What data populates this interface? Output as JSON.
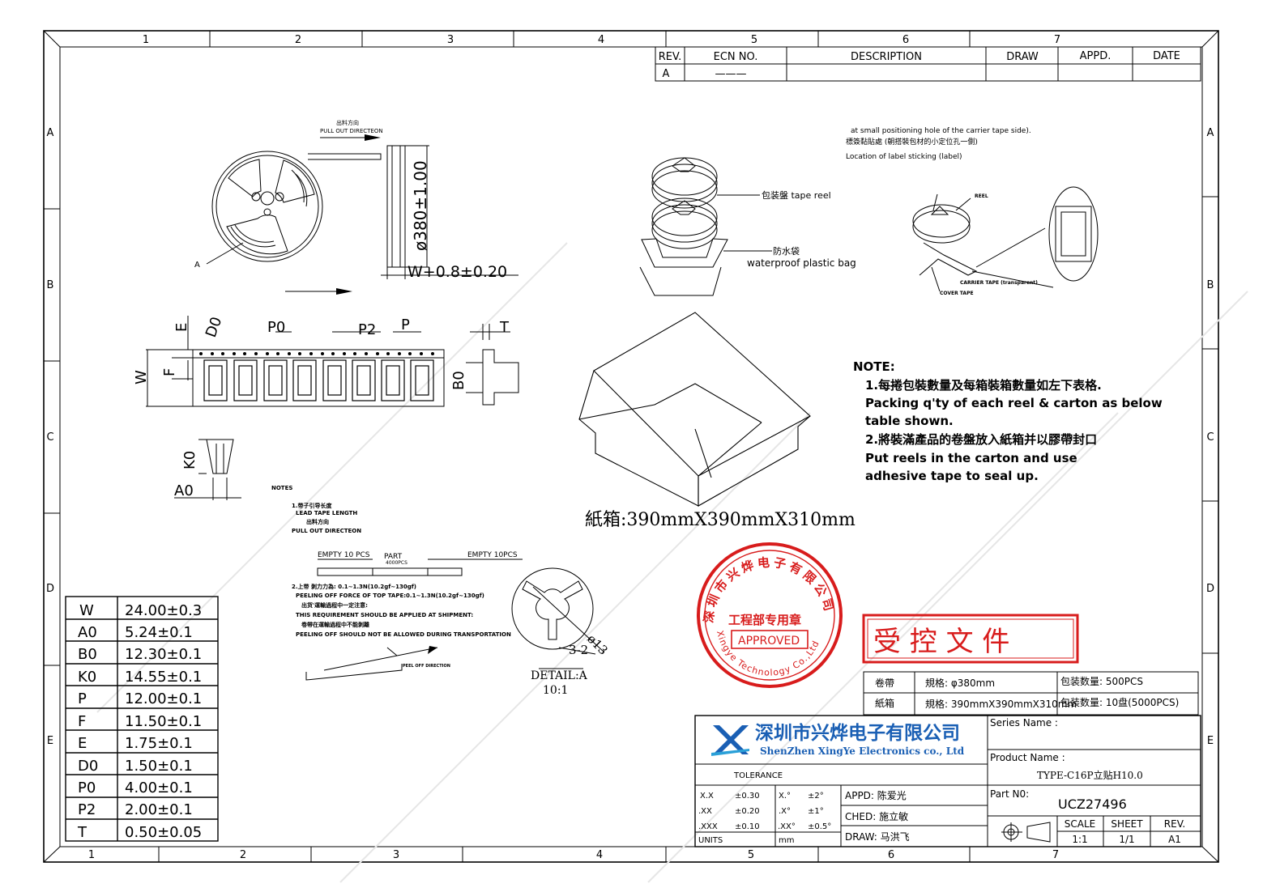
{
  "frame": {
    "col_labels_top": [
      "1",
      "2",
      "3",
      "4",
      "5",
      "6",
      "7"
    ],
    "col_labels_bottom": [
      "1",
      "2",
      "3",
      "4",
      "5",
      "6",
      "7"
    ],
    "row_labels": [
      "A",
      "B",
      "C",
      "D",
      "E"
    ]
  },
  "revision_table": {
    "headers": [
      "REV.",
      "ECN  NO.",
      "DESCRIPTION",
      "DRAW",
      "APPD.",
      "DATE"
    ],
    "row": [
      "A",
      "———",
      "",
      "",
      "",
      ""
    ]
  },
  "reel": {
    "pull_out_cn": "出料方向",
    "pull_out_en": "PULL OUT DIRECTEON",
    "diameter": "ø380±1.00",
    "width": "W+0.8±0.20",
    "detail_callout": "A"
  },
  "tape_dims": {
    "E": "E",
    "D0": "D0",
    "P0": "P0",
    "P2": "P2",
    "P": "P",
    "T": "T",
    "W": "W",
    "F": "F",
    "B0": "B0",
    "K0": "K0",
    "A0": "A0"
  },
  "spec_table": [
    {
      "name": "W",
      "value": "24.00±0.3"
    },
    {
      "name": "A0",
      "value": "5.24±0.1"
    },
    {
      "name": "B0",
      "value": "12.30±0.1"
    },
    {
      "name": "K0",
      "value": "14.55±0.1"
    },
    {
      "name": "P",
      "value": "12.00±0.1"
    },
    {
      "name": "F",
      "value": "11.50±0.1"
    },
    {
      "name": "E",
      "value": "1.75±0.1"
    },
    {
      "name": "D0",
      "value": "1.50±0.1"
    },
    {
      "name": "P0",
      "value": "4.00±0.1"
    },
    {
      "name": "P2",
      "value": "2.00±0.1"
    },
    {
      "name": "T",
      "value": "0.50±0.05"
    }
  ],
  "notes_small": {
    "title": "NOTES",
    "l1": "1.带子引导长度",
    "l2": "LEAD TAPE LENGTH",
    "l3": "出料方向",
    "l4": "PULL OUT DIRECTEON",
    "empty1": "EMPTY 10 PCS",
    "part": "PART",
    "part_qty": "4000PCS",
    "empty2": "EMPTY 10PCS",
    "p1": "2.上带 剥力力為: 0.1~1.3N(10.2gf~130gf)",
    "p2": "PEELING OFF FORCE OF TOP TAPE:0.1~1.3N(10.2gf~130gf)",
    "p3": "出货'運輸過程中一定注意:",
    "p4": "THIS REQUIREMENT SHOULD BE APPLIED AT SHIPMENT:",
    "p5": "卷帶在運輸過程中不能剥離",
    "p6": "PEELING OFF SHOULD NOT BE ALLOWED DURING TRANSPORTATION",
    "peel_label": "PEEL OFF DIRECTION"
  },
  "detail": {
    "dia": "ø13",
    "slot": "3-2",
    "title": "DETAIL:A",
    "scale": "10:1"
  },
  "packaging": {
    "reel_cn": "包装盤 tape reel",
    "bag_cn": "防水袋",
    "bag_en": "waterproof plastic bag",
    "carton": "紙箱:390mmX390mmX310mm"
  },
  "label_loc": {
    "l1": "at small positioning hole of the carrier tape side).",
    "l2": "標簽黏貼處 (朝搭裝包材的小定位孔一側)",
    "l3": "Location of label sticking (label)",
    "reel": "REEL",
    "carrier": "CARRIER TAPE (transparent)",
    "cover": "COVER TAPE"
  },
  "note": {
    "title": "NOTE:",
    "l1": "1.每捲包裝數量及每箱裝箱數量如左下表格.",
    "l2": "Packing q'ty of each reel & carton as below",
    "l3": "table shown.",
    "l4": "2.將裝滿產品的卷盤放入紙箱并以膠帶封口",
    "l5": "Put reels in the carton and use",
    "l6": "adhesive tape to seal up."
  },
  "stamp": {
    "ring": "深圳市兴烨电子有限公司",
    "ring_en": "Xingye Technology Co.,Ltd",
    "middle": "工程部专用章",
    "approved": "APPROVED",
    "color": "#d81c1c"
  },
  "controlled": "受 控 文 件",
  "pack_table": [
    {
      "item": "卷帶",
      "spec": "規格: φ380mm",
      "qty": "包装数量: 500PCS"
    },
    {
      "item": "紙箱",
      "spec": "規格: 390mmX390mmX310mm",
      "qty": "包装数量: 10盘(5000PCS)"
    }
  ],
  "title_block": {
    "company_cn": "深圳市兴烨电子有限公司",
    "company_en": "ShenZhen XingYe Electronics co., Ltd",
    "logo_color": "#1a5fb4",
    "series_label": "Series Name :",
    "product_label": "Product Name :",
    "product_name": "TYPE-C16P立贴H10.0",
    "part_label": "Part N0:",
    "part_no": "UCZ27496",
    "tolerance": "TOLERANCE",
    "tol_rows": [
      {
        "a": "X.X",
        "b": "±0.30",
        "c": "X.°",
        "d": "±2°"
      },
      {
        "a": ".XX",
        "b": "±0.20",
        "c": ".X°",
        "d": "±1°"
      },
      {
        "a": ".XXX",
        "b": "±0.10",
        "c": ".XX°",
        "d": "±0.5°"
      }
    ],
    "units": "UNITS",
    "units_val": "mm",
    "appd": "APPD: 陈爱光",
    "ched": "CHED: 施立敏",
    "draw": "DRAW: 马洪飞",
    "scale_h": "SCALE",
    "sheet_h": "SHEET",
    "rev_h": "REV.",
    "scale_v": "1:1",
    "sheet_v": "1/1",
    "rev_v": "A1"
  }
}
